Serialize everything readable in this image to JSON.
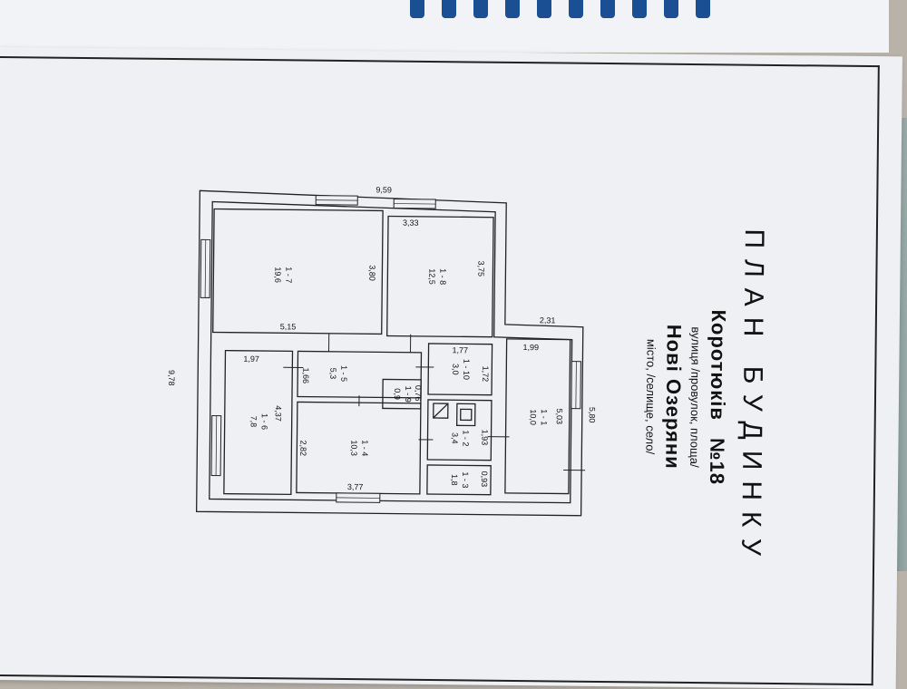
{
  "title": "ПЛАН     БУДИНКУ",
  "address": {
    "street": "Коротюків",
    "number": "№18",
    "street_type_line": "вулиця /провулок, площа/",
    "village": "Нові Озеряни",
    "settlement_type_line": "місто, /селище, село/"
  },
  "dimensions": {
    "total_width": "9,59",
    "total_depth": "9,78",
    "room_1_7_width": "5,15",
    "room_1_7_depth": "3,80",
    "room_1_8_width": "3,33",
    "room_1_8_depth": "3,75",
    "annex_width": "2,31",
    "annex_inner": "1,99",
    "annex_depth_outer": "5,80",
    "annex_depth_inner": "5,03",
    "room_1_6_width": "1,97",
    "room_1_6_depth": "4,37",
    "room_1_5_depth": "1,66",
    "room_1_10_width": "1,77",
    "room_1_10_depth": "1,72",
    "room_1_9_depth": "0,76",
    "room_1_4_width": "3,77",
    "room_1_4_depth": "2,82",
    "room_1_2_depth": "1,93",
    "room_1_3_depth": "0,93"
  },
  "rooms": [
    {
      "id": "1 - 7",
      "area": "19,6"
    },
    {
      "id": "1 - 8",
      "area": "12,5"
    },
    {
      "id": "1 - 5",
      "area": "5,3"
    },
    {
      "id": "1 - 10",
      "area": "3,0"
    },
    {
      "id": "1 - 9",
      "area": "0,9"
    },
    {
      "id": "1 - 6",
      "area": "7,8"
    },
    {
      "id": "1 - 4",
      "area": "10,3"
    },
    {
      "id": "1 - 2",
      "area": "3,4"
    },
    {
      "id": "1 - 3",
      "area": "1,8"
    },
    {
      "id": "1 - 1",
      "area": "10,0"
    }
  ],
  "colors": {
    "binder_ring": "#1a4f93",
    "paper": "#eef0f4",
    "ink": "#111111",
    "background": "#b8b2a8"
  }
}
